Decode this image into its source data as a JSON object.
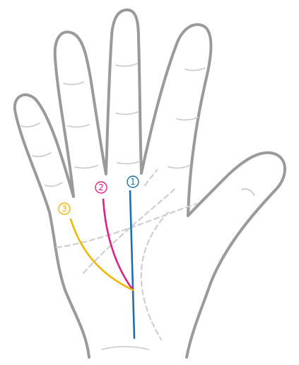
{
  "markers": [
    {
      "label": "1",
      "color": "#1f6fae"
    },
    {
      "label": "2",
      "color": "#e0218a"
    },
    {
      "label": "3",
      "color": "#f2b705"
    }
  ],
  "colors": {
    "outline": "#9a9a9a",
    "palm_lines": "#cfcfcf",
    "line_1": "#1f6fae",
    "line_2": "#e0218a",
    "line_3": "#f2b705"
  }
}
